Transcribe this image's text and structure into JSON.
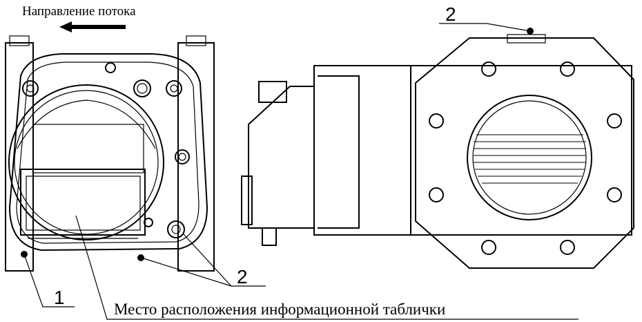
{
  "flow_direction_label": "Направление потока",
  "callouts": {
    "seal_top": "2",
    "seal_bottom": "2",
    "seal_left": "1"
  },
  "nameplate_label": "Место расположения информационной таблички"
}
